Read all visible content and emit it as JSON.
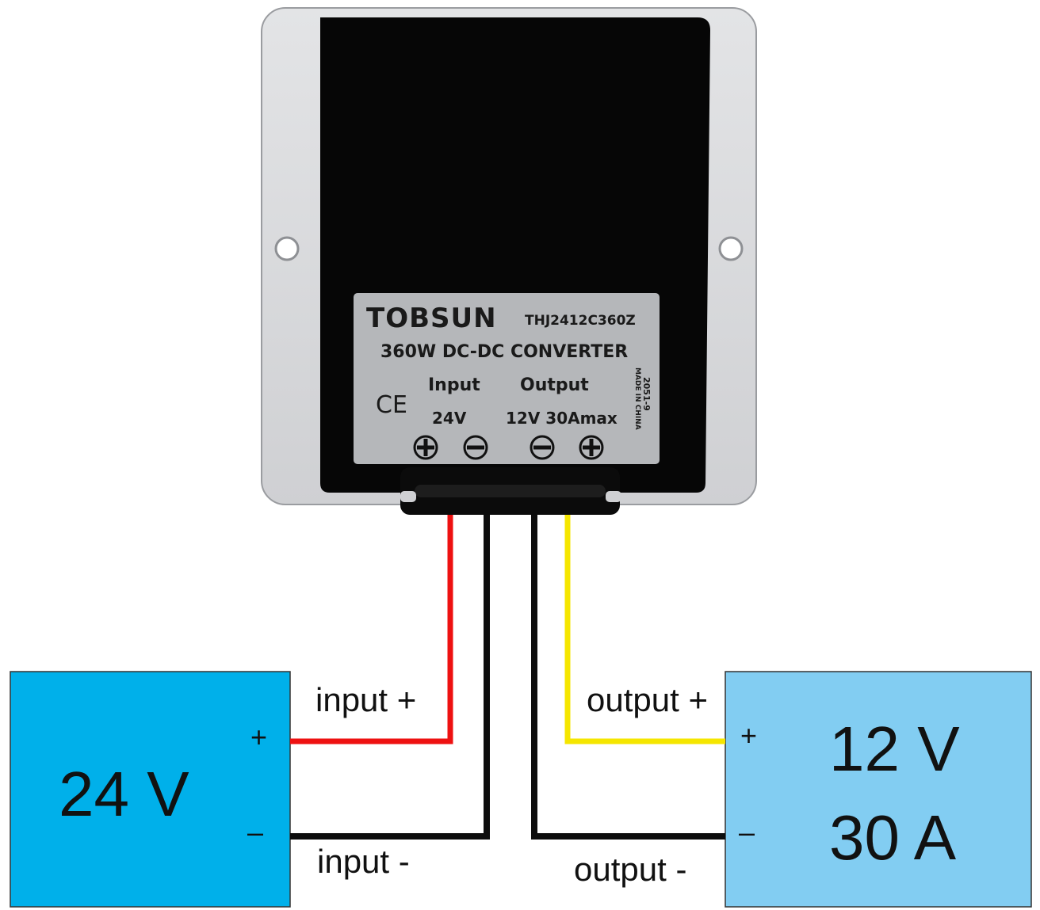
{
  "colors": {
    "input_box": "#00b0ea",
    "output_box": "#82cdf2",
    "wire_red": "#ee1111",
    "wire_black": "#0d0d0d",
    "wire_yellow": "#f5e600",
    "housing": "#d8d9db",
    "casing": "#060606",
    "plate": "#b5b7ba"
  },
  "device": {
    "brand": "TOBSUN",
    "model": "THJ2412C360Z",
    "title": "360W DC-DC CONVERTER",
    "mark": "CE",
    "input_heading": "Input",
    "input_value": "24V",
    "output_heading": "Output",
    "output_value": "12V 30Amax",
    "origin": "MADE IN CHINA",
    "batch": "2051-9",
    "terminal_icons": [
      "plus-circle-icon",
      "minus-circle-icon",
      "minus-circle-icon",
      "plus-circle-icon"
    ]
  },
  "wire_labels": {
    "input_plus": "input +",
    "input_minus": "input -",
    "output_plus": "output +",
    "output_minus": "output -"
  },
  "input_box": {
    "voltage": "24 V",
    "plus_sign": "+",
    "minus_sign": "–"
  },
  "output_box": {
    "voltage": "12 V",
    "current": "30 A",
    "plus_sign": "+",
    "minus_sign": "–"
  }
}
